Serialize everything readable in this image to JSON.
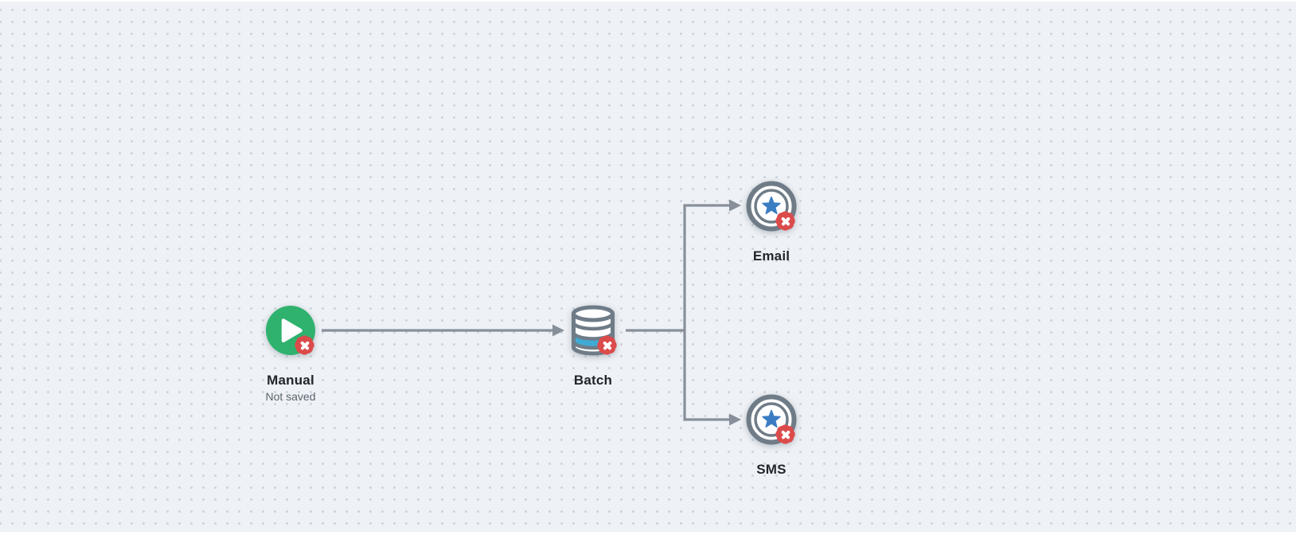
{
  "workflow": {
    "nodes": [
      {
        "id": "manual",
        "label": "Manual",
        "sublabel": "Not saved",
        "icon": "play-icon",
        "has_error_badge": true
      },
      {
        "id": "batch",
        "label": "Batch",
        "icon": "database-icon",
        "has_error_badge": true
      },
      {
        "id": "email",
        "label": "Email",
        "icon": "target-star-icon",
        "has_error_badge": true
      },
      {
        "id": "sms",
        "label": "SMS",
        "icon": "target-star-icon",
        "has_error_badge": true
      }
    ],
    "edges": [
      {
        "from": "manual",
        "to": "batch"
      },
      {
        "from": "batch",
        "to": "email"
      },
      {
        "from": "batch",
        "to": "sms"
      }
    ]
  },
  "colors": {
    "canvas_bg": "#eef1f5",
    "grid_dot": "#cbd3dc",
    "connector": "#87909a",
    "icon_gray": "#6f7c88",
    "trigger_green": "#2fb26e",
    "error_red": "#dc4b4b",
    "star_blue": "#3b7dc2",
    "db_band_cyan": "#3fabd4",
    "label_text": "#21262b",
    "sublabel_text": "#5a646e"
  }
}
